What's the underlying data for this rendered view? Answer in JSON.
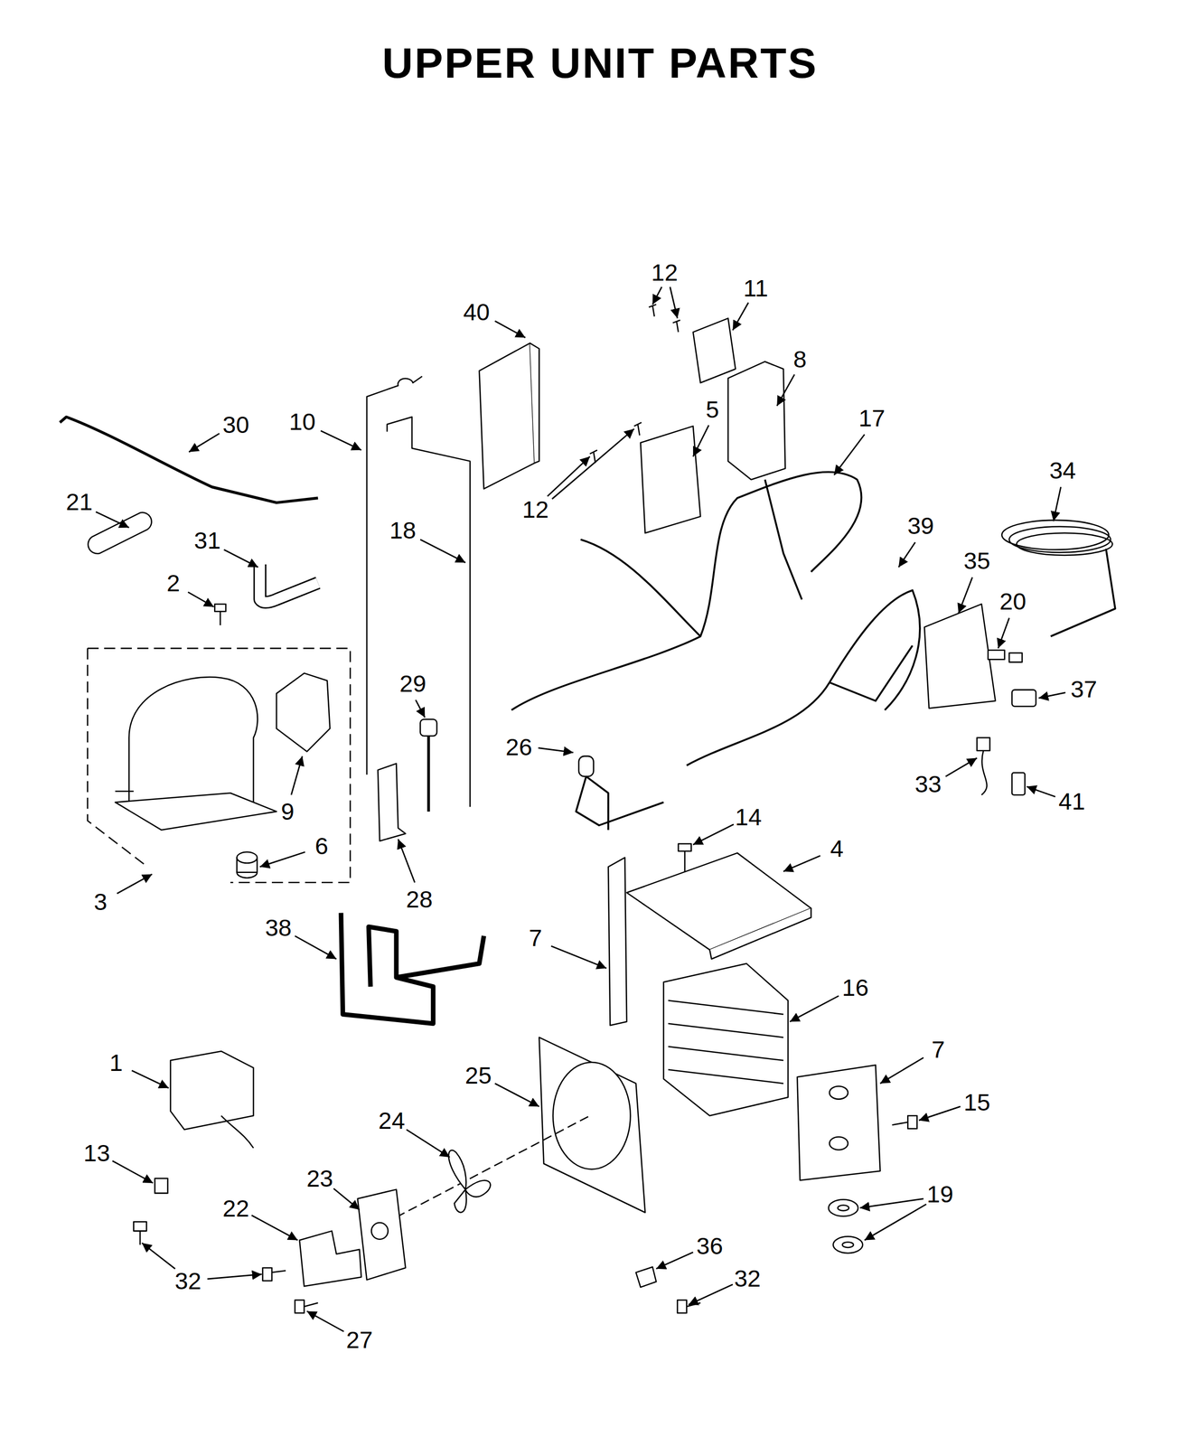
{
  "diagram": {
    "title": "UPPER UNIT PARTS",
    "labels": [
      "12",
      "11",
      "40",
      "8",
      "30",
      "10",
      "17",
      "5",
      "34",
      "21",
      "12",
      "18",
      "39",
      "31",
      "35",
      "20",
      "2",
      "37",
      "29",
      "26",
      "9",
      "33",
      "41",
      "14",
      "6",
      "3",
      "28",
      "4",
      "38",
      "7",
      "16",
      "7",
      "1",
      "25",
      "15",
      "24",
      "13",
      "23",
      "19",
      "22",
      "36",
      "32",
      "32",
      "27"
    ]
  }
}
